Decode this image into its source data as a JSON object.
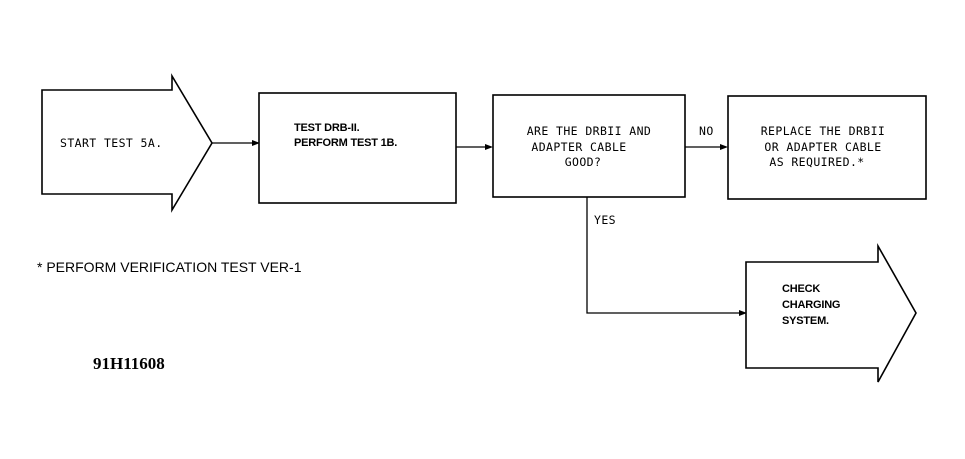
{
  "flowchart": {
    "start": {
      "line1": "START TEST 5A."
    },
    "step_test_drb": {
      "line1": "TEST DRB-II.",
      "line2": "PERFORM TEST 1B."
    },
    "decision": {
      "line1": "ARE THE DRBII AND",
      "line2": "ADAPTER CABLE",
      "line3": "GOOD?"
    },
    "replace": {
      "line1": "REPLACE THE DRBII",
      "line2": "OR ADAPTER CABLE",
      "line3": "AS REQUIRED.*"
    },
    "check": {
      "line1": "CHECK",
      "line2": "CHARGING",
      "line3": "SYSTEM."
    },
    "labels": {
      "no": "NO",
      "yes": "YES"
    }
  },
  "footnote": "* PERFORM VERIFICATION TEST VER-1",
  "figure_code": "91H11608"
}
